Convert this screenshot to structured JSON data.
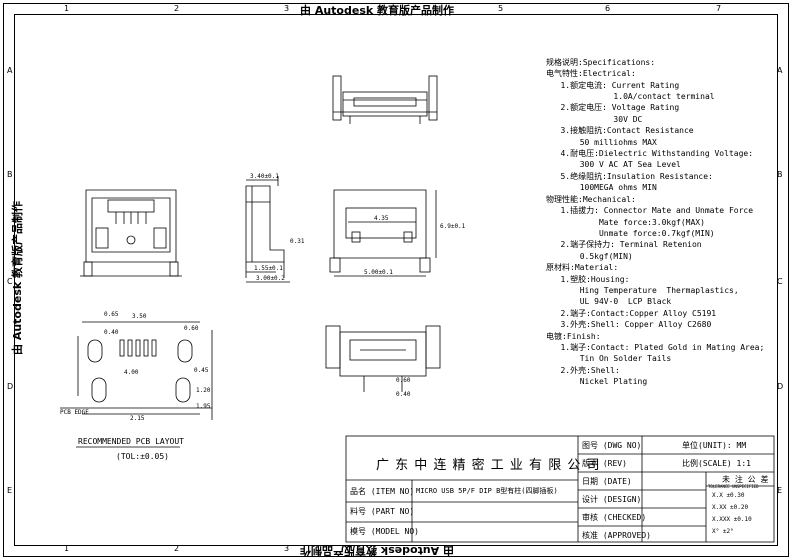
{
  "watermark": "由 Autodesk 教育版产品制作",
  "zones": {
    "cols": [
      "1",
      "2",
      "3",
      "4",
      "5",
      "6",
      "7"
    ],
    "rows": [
      "A",
      "B",
      "C",
      "D",
      "E"
    ]
  },
  "specs": [
    "规格说明:Specifications:",
    "电气特性:Electrical:",
    "   1.额定电流: Current Rating",
    "              1.0A/contact terminal",
    "   2.额定电压: Voltage Rating",
    "              30V DC",
    "   3.接触阻抗:Contact Resistance",
    "       50 milliohms MAX",
    "   4.耐电压:Dielectric Withstanding Voltage:",
    "       300 V AC AT Sea Level",
    "   5.绝缘阻抗:Insulation Resistance:",
    "       100MEGA ohms MIN",
    "物理性能:Mechanical:",
    "   1.插拔力: Connector Mate and Unmate Force",
    "           Mate force:3.0kgf(MAX)",
    "           Unmate force:0.7kgf(MIN)",
    "   2.端子保持力: Terminal Retenion",
    "       0.5kgf(MIN)",
    "原材料:Material:",
    "   1.塑胶:Housing:",
    "       Hing Temperature  Thermaplastics,",
    "       UL 94V-0  LCP Black",
    "   2.端子:Contact:Copper Alloy C5191",
    "   3.外壳:Shell: Copper Alloy C2680",
    "电镀:Finish:",
    "   1.端子:Contact: Plated Gold in Mating Area;",
    "       Tin On Solder Tails",
    "   2.外壳:Shell:",
    "       Nickel Plating"
  ],
  "dims": {
    "side_top": "3.40±0.1",
    "side_a": "0.31",
    "side_b": "1.55±0.1",
    "side_c": "3.00±0.2",
    "front_in": "4.35",
    "front_out": "5.00±0.1",
    "front_h": "6.9±0.1",
    "pcb_a": "0.65",
    "pcb_b": "3.50",
    "pcb_c": "0.40",
    "pcb_d": "4.00",
    "pcb_e": "2.15",
    "pcb_f": "0.60",
    "pcb_g": "0.45",
    "pcb_h": "1.20",
    "pcb_i": "1.95",
    "pcb_edge": "PCB EDGE",
    "bot_a": "0.60",
    "bot_b": "0.40"
  },
  "pcb_layout": {
    "title": "RECOMMENDED PCB LAYOUT",
    "tol": "(TOL:±0.05)"
  },
  "title_block": {
    "company": "广 东 中 连 精 密 工 业 有 限 公 司",
    "dwg_no": "图号 (DWG NO)",
    "rev": "版本 (REV)",
    "date": "日期 (DATE)",
    "design": "设计 (DESIGN)",
    "checked": "审核 (CHECKED)",
    "approved": "核准 (APPROVED)",
    "item_no": "品名 (ITEM NO)",
    "item_val": "MICRO USB 5P/F DIP B型有柱(四脚插板)",
    "part_no": "料号 (PART NO)",
    "model_no": "模号 (MODEL NO)",
    "unit": "单位(UNIT): MM",
    "scale": "比例(SCALE) 1:1",
    "tol_title": "未 注 公 差",
    "tol_sub": "TOLERANCE UNSPECIFIED",
    "tol_rows": [
      "X.X    ±0.30",
      "X.XX   ±0.20",
      "X.XXX  ±0.10",
      "X°     ±2°"
    ]
  }
}
